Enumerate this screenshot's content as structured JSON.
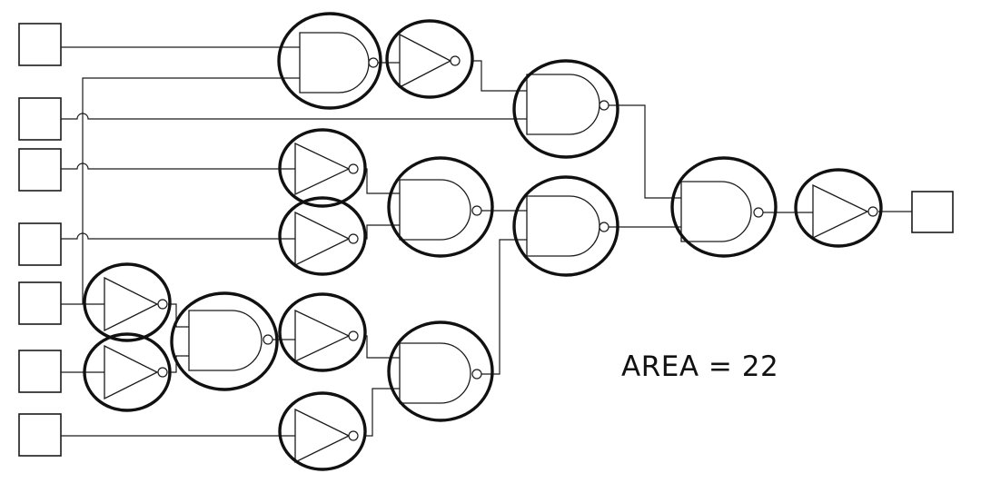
{
  "area_label": "AREA = 22",
  "colors": {
    "line": "#1a1a1a",
    "ring": "#111111",
    "background": "#ffffff"
  },
  "diagram": {
    "description_type": "logic-circuit",
    "input_ports": 7,
    "output_ports": 1,
    "gates": [
      {
        "type": "nand",
        "name": "nand-a"
      },
      {
        "type": "inverter",
        "name": "inverter-a"
      },
      {
        "type": "nand",
        "name": "nand-b"
      },
      {
        "type": "inverter",
        "name": "inverter-b"
      },
      {
        "type": "inverter",
        "name": "inverter-c"
      },
      {
        "type": "nand",
        "name": "nand-c"
      },
      {
        "type": "nand",
        "name": "nand-d"
      },
      {
        "type": "nand",
        "name": "nand-e"
      },
      {
        "type": "inverter",
        "name": "inverter-out"
      },
      {
        "type": "inverter",
        "name": "inverter-d"
      },
      {
        "type": "inverter",
        "name": "inverter-e"
      },
      {
        "type": "nand",
        "name": "nand-f"
      },
      {
        "type": "inverter",
        "name": "inverter-f"
      },
      {
        "type": "inverter",
        "name": "inverter-g"
      },
      {
        "type": "nand",
        "name": "nand-g"
      }
    ]
  }
}
